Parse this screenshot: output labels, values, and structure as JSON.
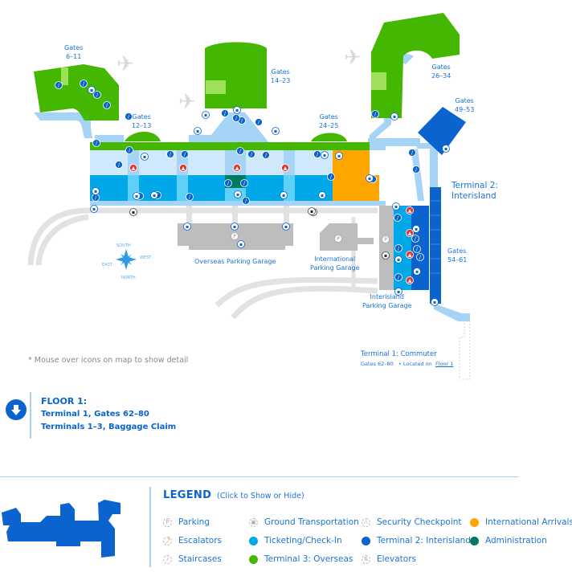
{
  "map": {
    "labels": {
      "gates_6_11": [
        "Gates",
        "6–11"
      ],
      "gates_12_13": [
        "Gates",
        "12–13"
      ],
      "gates_14_23": [
        "Gates",
        "14–23"
      ],
      "gates_24_25": [
        "Gates",
        "24–25"
      ],
      "gates_26_34": [
        "Gates",
        "26–34"
      ],
      "gates_49_53": [
        "Gates",
        "49–53"
      ],
      "gates_54_61": [
        "Gates",
        "54–61"
      ],
      "terminal2": [
        "Terminal 2:",
        "Interisland"
      ],
      "overseas_garage": "Overseas Parking Garage",
      "intl_garage": [
        "International",
        "Parking Garage"
      ],
      "interisland_garage": [
        "Interisland",
        "Parking Garage"
      ],
      "commuter_title": "Terminal 1: Commuter",
      "commuter_gates": "Gates 62–80",
      "commuter_located": "Located on",
      "commuter_link": "Floor 1"
    },
    "compass": {
      "south": "SOUTH",
      "west": "WEST",
      "east": "EAST",
      "north": "NORTH"
    },
    "colors": {
      "overseas_green": "#44b700",
      "overseas_light": "#9fe05a",
      "ticketing_blue": "#00a8e8",
      "interisland_blue": "#0b63ce",
      "intl_orange": "#ffa500",
      "admin_teal": "#007a5e",
      "walkway": "#a5d4f6",
      "road": "#e0e0e0",
      "garage": "#bbbbbb",
      "security_red": "#e8322e"
    }
  },
  "note": "* Mouse over icons on map to show detail",
  "floor": {
    "title": "FLOOR 1:",
    "line1": "Terminal 1, Gates 62–80",
    "line2": "Terminals 1–3, Baggage Claim"
  },
  "legend": {
    "title": "LEGEND",
    "toggle": "(Click to Show or Hide)",
    "items": [
      {
        "label": "Parking",
        "icon": "parking-icon",
        "glyph": "P"
      },
      {
        "label": "Escalators",
        "icon": "escalator-icon",
        "glyph": "⤴"
      },
      {
        "label": "Staircases",
        "icon": "staircase-icon",
        "glyph": "/"
      },
      {
        "label": "Ground Transportation",
        "icon": "bus-icon",
        "glyph": "▣"
      },
      {
        "label": "Ticketing/Check-In",
        "color": "#00a8e8"
      },
      {
        "label": "Terminal 3: Overseas",
        "color": "#44b700"
      },
      {
        "label": "Security Checkpoint",
        "icon": "security-icon",
        "glyph": "⚠"
      },
      {
        "label": "Terminal 2: Interisland",
        "color": "#0b63ce"
      },
      {
        "label": "Elevators",
        "icon": "elevator-icon",
        "glyph": "⇅"
      },
      {
        "label": "International Arrivals",
        "color": "#ffa500"
      },
      {
        "label": "Administration",
        "color": "#007a5e"
      }
    ]
  }
}
